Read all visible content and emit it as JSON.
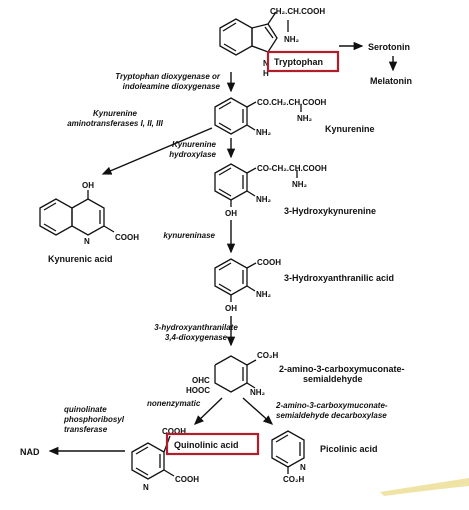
{
  "compounds": {
    "tryptophan": "Tryptophan",
    "serotonin": "Serotonin",
    "melatonin": "Melatonin",
    "kynurenine": "Kynurenine",
    "kynurenic_acid": "Kynurenic acid",
    "hydroxykynurenine": "3-Hydroxykynurenine",
    "hydroxyanthranilic_acid": "3-Hydroxyanthranilic acid",
    "acms_line1": "2-amino-3-carboxymuconate-",
    "acms_line2": "semialdehyde",
    "quinolinic_acid": "Quinolinic acid",
    "picolinic_acid": "Picolinic acid",
    "nad": "NAD"
  },
  "enzymes": {
    "tdo_line1": "Tryptophan dioxygenase or",
    "tdo_line2": "indoleamine dioxygenase",
    "kat_line1": "Kynurenine",
    "kat_line2": "aminotransferases I, II, III",
    "kmo_line1": "Kynurenine",
    "kmo_line2": "hydroxylase",
    "kynureninase": "kynureninase",
    "haao_line1": "3-hydroxyanthranilate",
    "haao_line2": "3,4-dioxygenase",
    "nonenzymatic": "nonenzymatic",
    "acmsd_line1": "2-amino-3-carboxymuconate-",
    "acmsd_line2": "semialdehyde decarboxylase",
    "qprt_line1": "quinolinate",
    "qprt_line2": "phosphoribosyl",
    "qprt_line3": "transferase"
  },
  "groups": {
    "trp_chain": "CH₂.CH.COOH",
    "trp_nh2": "NH₂",
    "trp_n": "N",
    "trp_h": "H",
    "kyn_chain": "CO.CH₂.CH.COOH",
    "kyn_nh2_side": "NH₂",
    "kyn_nh2_ring": "NH₂",
    "hk_chain": "CO-CH₂.CH.COOH",
    "hk_nh2_side": "NH₂",
    "hk_nh2_ring": "NH₂",
    "hk_oh": "OH",
    "kyna_oh": "OH",
    "kyna_n": "N",
    "kyna_cooh": "COOH",
    "haa_cooh": "COOH",
    "haa_nh2": "NH₂",
    "haa_oh": "OH",
    "acms_co2h": "CO₂H",
    "acms_ohc": "OHC",
    "acms_hooc": "HOOC",
    "acms_nh2": "NH₂",
    "qa_cooh_top": "COOH",
    "qa_cooh": "COOH",
    "qa_n": "N",
    "pa_n": "N",
    "pa_co2h": "CO₂H"
  },
  "highlight_color": "#b11d2a"
}
